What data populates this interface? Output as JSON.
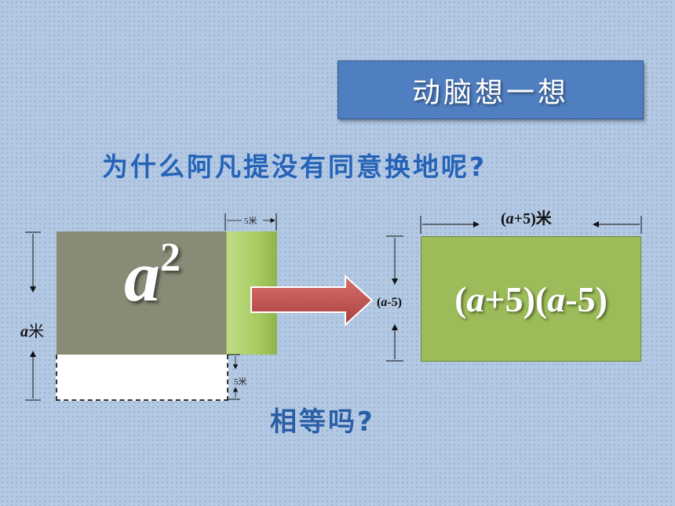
{
  "slide": {
    "title": "动脑想一想",
    "question": "为什么阿凡提没有同意换地呢?",
    "question2": "相等吗?"
  },
  "left_figure": {
    "square_label_base": "a",
    "square_label_exp": "2",
    "side_label_var": "a",
    "side_label_unit": "米",
    "top_strip_label": "5米",
    "bottom_strip_label": "5米"
  },
  "right_figure": {
    "area_expression": "(a+5)(a-5)",
    "width_label_open": "(",
    "width_label_var": "a",
    "width_label_rest": "+5)米",
    "height_label_open": "(",
    "height_label_var": "a",
    "height_label_rest": "-5)"
  },
  "colors": {
    "title_bg": "#4f7fc1",
    "question_text": "#2563b8",
    "square_fill": "#8a8b77",
    "strip_fill": "#a8cc62",
    "right_rect_fill": "#9cbc59",
    "arrow_fill": "#c0504d"
  }
}
